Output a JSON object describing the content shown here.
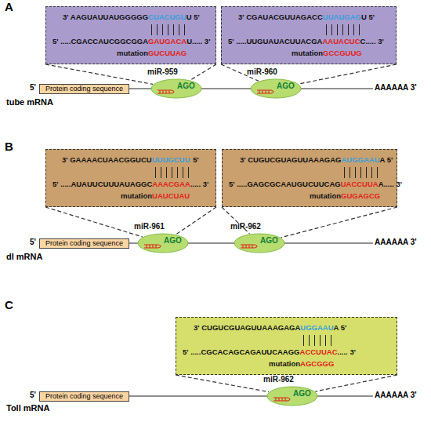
{
  "diagram": {
    "nodes": [
      {
        "text": [
          "3' AAGUAUUAUGGGGG",
          "CUACUGU",
          "U 5'",
          "5' .....CGACCAUCGGCGGA",
          "GAUGACA",
          "U..... 3'",
          "mutation",
          "GUCUUAG"
        ]
      },
      {
        "text": [
          "3' CGAUACGUUAGACC",
          "UUAUGAG",
          "U 5'",
          "5' .....UUGUAUACUUACGA",
          "AAUACUC",
          "C..... 3'",
          "mutation",
          "GCCGUUG"
        ]
      },
      {
        "text": [
          "Protein coding sequence"
        ]
      },
      {
        "text": [
          "miR-959",
          "AGO"
        ]
      },
      {
        "text": [
          "miR-960",
          "AGO"
        ]
      },
      {
        "text": [
          "3' GAAAACUAACGGUCU",
          "UUUGCUU",
          "5'",
          "5' .....AUAUUCUUUAUAGGC",
          "AAACGAA",
          "..... 3'",
          "mutation",
          "UAUCUAU"
        ]
      },
      {
        "text": [
          "3' CUGUCGUAGUUAAAGAG",
          "AUGGAAU",
          "A 5'",
          "5' .....GAGCGCAAUGUCUUCAG",
          "UACCUUA",
          "A..... 3'",
          "mutation",
          "GUGAGCG"
        ]
      },
      {
        "text": [
          "Protein coding sequence"
        ]
      },
      {
        "text": [
          "miR-961",
          "AGO"
        ]
      },
      {
        "text": [
          "miR-962",
          "AGO"
        ]
      },
      {
        "text": [
          "3' CUGUCGUAGUUAAAGAGA",
          "UGGAAU",
          "A 5'",
          "5' .....CGCACAGCAGAUUCAAGG",
          "ACCUUAC",
          "..... 3'",
          "mutation",
          "AGCGGG"
        ]
      },
      {
        "text": [
          "Protein coding sequence"
        ]
      },
      {
        "text": [
          "miR-962",
          "AGO"
        ]
      }
    ],
    "edges": [
      {
        "from": 0,
        "to": 3,
        "arrow": "none"
      },
      {
        "from": 0,
        "to": 3,
        "arrow": "none"
      },
      {
        "from": 1,
        "to": 4,
        "arrow": "none"
      },
      {
        "from": 1,
        "to": 4,
        "arrow": "none"
      },
      {
        "from": 5,
        "to": 8,
        "arrow": "none"
      },
      {
        "from": 5,
        "to": 8,
        "arrow": "none"
      },
      {
        "from": 6,
        "to": 9,
        "arrow": "none"
      },
      {
        "from": 6,
        "to": 9,
        "arrow": "none"
      },
      {
        "from": 10,
        "to": 12,
        "arrow": "none"
      },
      {
        "from": 10,
        "to": 12,
        "arrow": "none"
      }
    ],
    "labels": [
      "A",
      "tube mRNA",
      "5'",
      "AAAAAA 3'",
      "B",
      "dl mRNA",
      "5'",
      "AAAAAA 3'",
      "C",
      "Toll mRNA",
      "5'",
      "AAAAAA 3'"
    ]
  }
}
